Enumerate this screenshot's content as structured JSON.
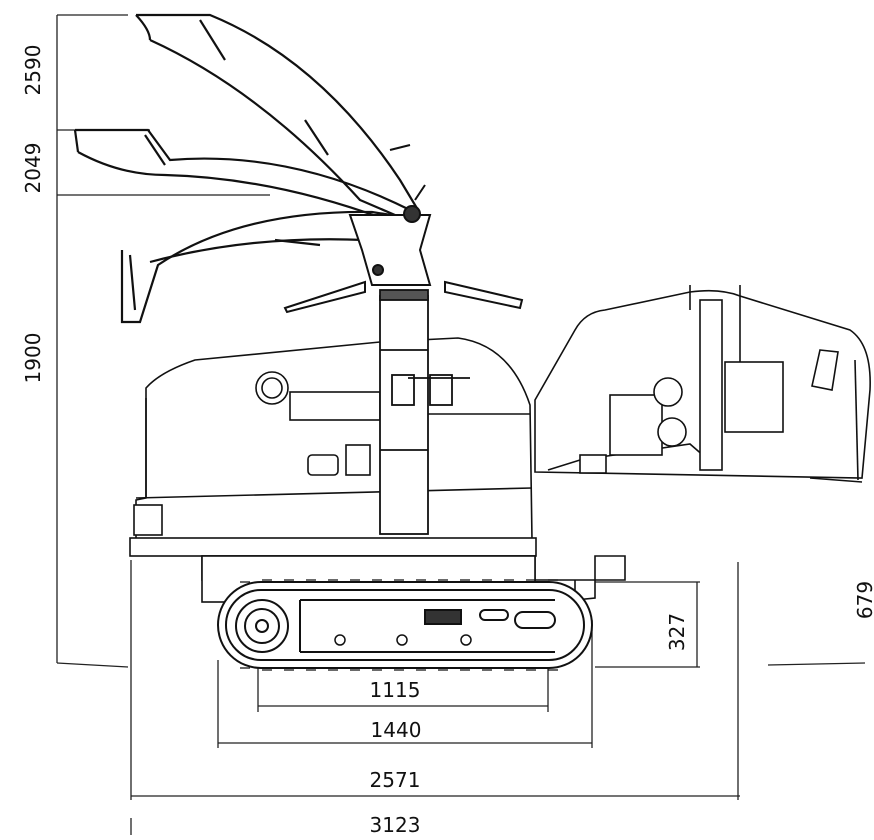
{
  "dimensions": {
    "height_max": "2590",
    "height_mid": "2049",
    "height_low": "1900",
    "track_height": "327",
    "right_height": "679",
    "sprocket_span": "1115",
    "track_length": "1440",
    "body_length": "2571",
    "total_length": "3123"
  }
}
